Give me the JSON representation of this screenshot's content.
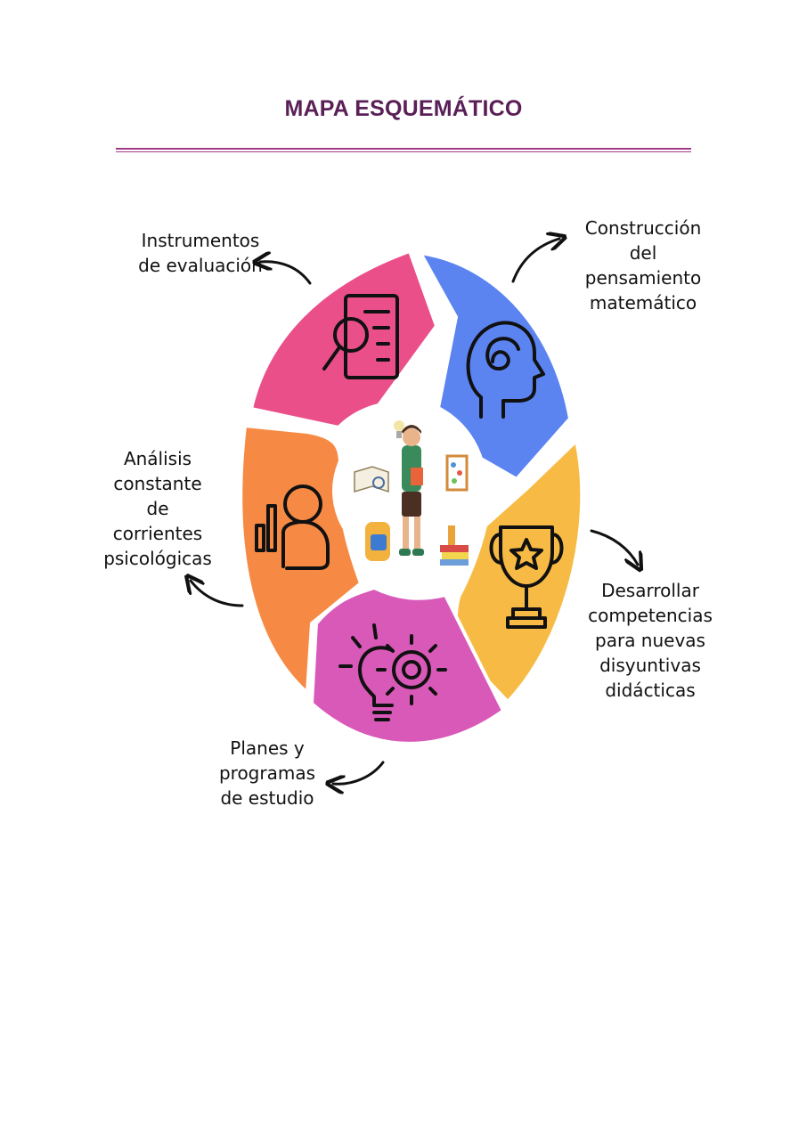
{
  "title": "MAPA ESQUEMÁTICO",
  "colors": {
    "title": "#5a1f57",
    "rule": "#a43a86",
    "segment_pink": "#ea4f8a",
    "segment_blue": "#5b84f1",
    "segment_yellow": "#f7bb45",
    "segment_magenta": "#d959b9",
    "segment_orange": "#f68a44",
    "icon_stroke": "#111111",
    "center_fill": "#ffffff"
  },
  "segments": [
    {
      "label": "Instrumentos\nde evaluación",
      "icon": "document-magnifier-icon"
    },
    {
      "label": "Construcción\ndel\npensamiento\nmatemático",
      "icon": "head-spiral-icon"
    },
    {
      "label": "Desarrollar\ncompetencias\npara nuevas\ndisyuntivas\ndidácticas",
      "icon": "trophy-star-icon"
    },
    {
      "label": "Planes y\nprogramas\nde estudio",
      "icon": "lightbulb-gear-icon"
    },
    {
      "label": "Análisis\nconstante\nde\ncorrientes\npsicológicas",
      "icon": "person-chart-icon"
    }
  ],
  "center_image": "student-with-school-items"
}
